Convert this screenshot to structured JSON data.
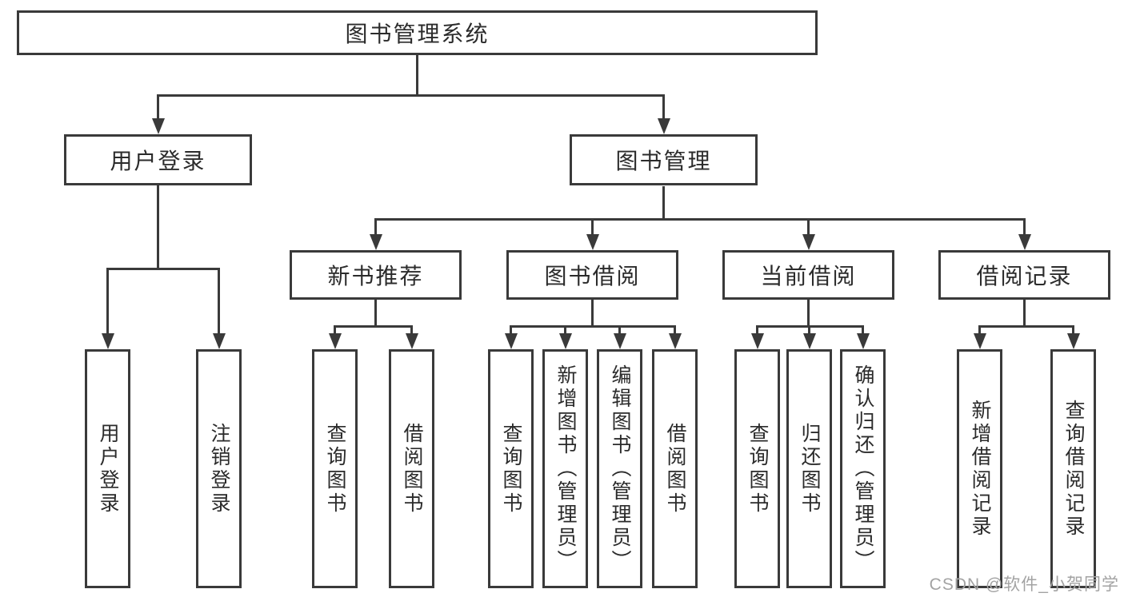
{
  "diagram_title": "图书管理系统",
  "watermark": "CSDN @软件_小贺同学",
  "colors": {
    "line": "#3a3a3a",
    "box_border": "#3a3a3a",
    "box_fill": "#ffffff",
    "text": "#2b2b2b",
    "background": "#ffffff",
    "watermark": "#a3a3a3"
  },
  "tree": {
    "label": "图书管理系统",
    "children": [
      {
        "label": "用户登录",
        "children": [
          {
            "label": "用户登录"
          },
          {
            "label": "注销登录"
          }
        ]
      },
      {
        "label": "图书管理",
        "children": [
          {
            "label": "新书推荐",
            "children": [
              {
                "label": "查询图书"
              },
              {
                "label": "借阅图书"
              }
            ]
          },
          {
            "label": "图书借阅",
            "children": [
              {
                "label": "查询图书"
              },
              {
                "label": "新增图书（管理员）"
              },
              {
                "label": "编辑图书（管理员）"
              },
              {
                "label": "借阅图书"
              }
            ]
          },
          {
            "label": "当前借阅",
            "children": [
              {
                "label": "查询图书"
              },
              {
                "label": "归还图书"
              },
              {
                "label": "确认归还（管理员）"
              }
            ]
          },
          {
            "label": "借阅记录",
            "children": [
              {
                "label": "新增借阅记录"
              },
              {
                "label": "查询借阅记录"
              }
            ]
          }
        ]
      }
    ]
  }
}
